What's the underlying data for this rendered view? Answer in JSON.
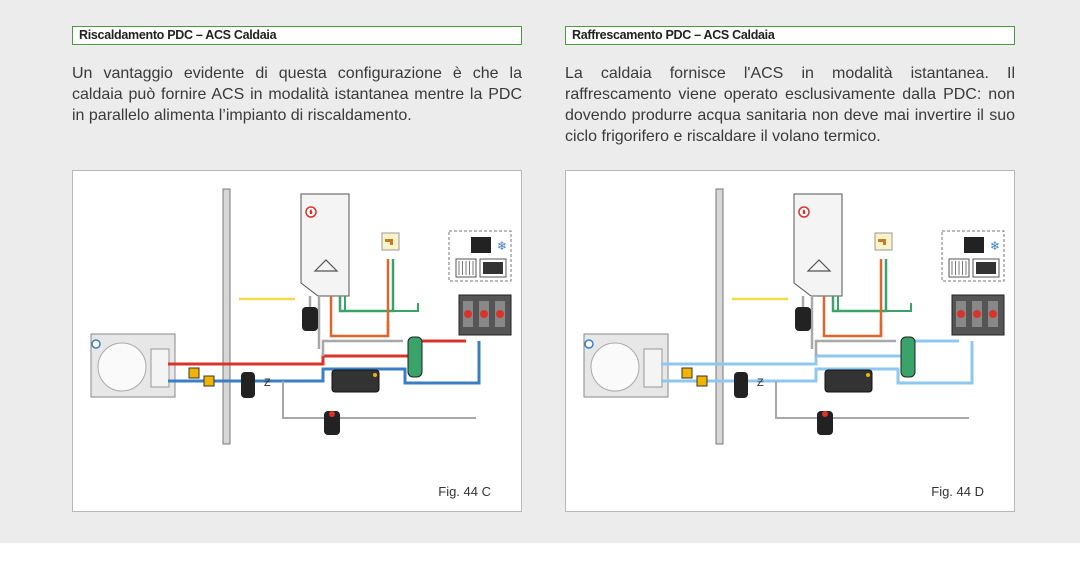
{
  "left": {
    "title": "Riscaldamento PDC – ACS Caldaia",
    "text": "Un vantaggio evidente di questa configurazione è che la caldaia può fornire ACS in modalità istantanea mentre la PDC in parallelo alimenta l’impianto di riscaldamento.",
    "figure_label": "Fig. 44 C",
    "mode": "heating"
  },
  "right": {
    "title": "Raffrescamento PDC – ACS Caldaia",
    "text": "La caldaia fornisce l'ACS in modalità istantanea. Il raffrescamento viene operato esclusivamente dalla PDC: non dovendo produrre acqua sanitaria non deve mai invertire il suo ciclo frigorifero e riscaldare il volano termico.",
    "figure_label": "Fig. 44 D",
    "mode": "cooling"
  },
  "colors": {
    "section_border": "#4a9b3c",
    "pipe_hot": "#d9342b",
    "pipe_cold": "#3a7fc4",
    "pipe_light_blue": "#8ec8ee",
    "pipe_gray": "#a8a8a8",
    "pipe_yellow": "#f2dc4a",
    "pipe_green": "#3aa36a",
    "pipe_orange": "#e0652a"
  },
  "icons": [
    "heat-pump-icon",
    "boiler-icon",
    "flame-icon",
    "faucet-icon",
    "radiator-icon",
    "fan-coil-icon",
    "snowflake-icon",
    "buffer-tank-icon",
    "hydraulic-separator-icon",
    "pump-group-icon",
    "valve-icon"
  ]
}
